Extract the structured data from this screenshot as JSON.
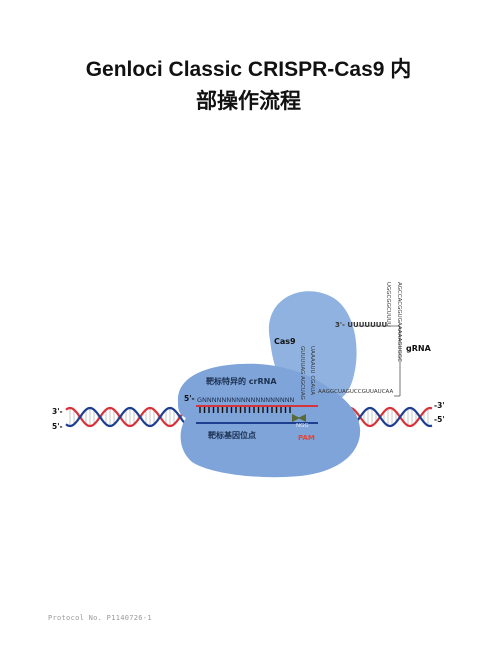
{
  "document": {
    "title_line1": "Genloci Classic CRISPR-Cas9 内",
    "title_line2": "部操作流程",
    "footer": "Protocol No. P1140726-1"
  },
  "figure": {
    "cas9_label": "Cas9",
    "grna_label": "gRNA",
    "crrna_label": "靶标特异的 crRNA",
    "target_label": "靶标基因位点",
    "pam_label": "PAM",
    "ngg_label": "NGG",
    "grna_3prime": "3'- UUUUUUU",
    "crrna_5prime": "5'-",
    "n_sequence": "GNNNNNNNNNNNNNNNNNNN",
    "loop_sequence": "AAGGCUAGUCCGUUAUCAA",
    "stem_vertical_1": "GUUUUAG AGCUAG",
    "stem_vertical_2": "UAAAAUU CGAUA",
    "hairpin_col_1": "AGCCACGGUGAAAAAGUGGC",
    "hairpin_col_2": "UGGCGGCUUUU",
    "left_top_end": "3'-",
    "left_bottom_end": "5'-",
    "right_top_end": "-3'",
    "right_bottom_end": "-5'",
    "colors": {
      "blob": "#7ea4d9",
      "blob_light": "#8fb2e0",
      "dna_red": "#d6343a",
      "dna_blue": "#1d3f8f",
      "rung": "#b9b9b9",
      "pam": "#e0473a",
      "arrow": "#5a6b3a"
    }
  }
}
